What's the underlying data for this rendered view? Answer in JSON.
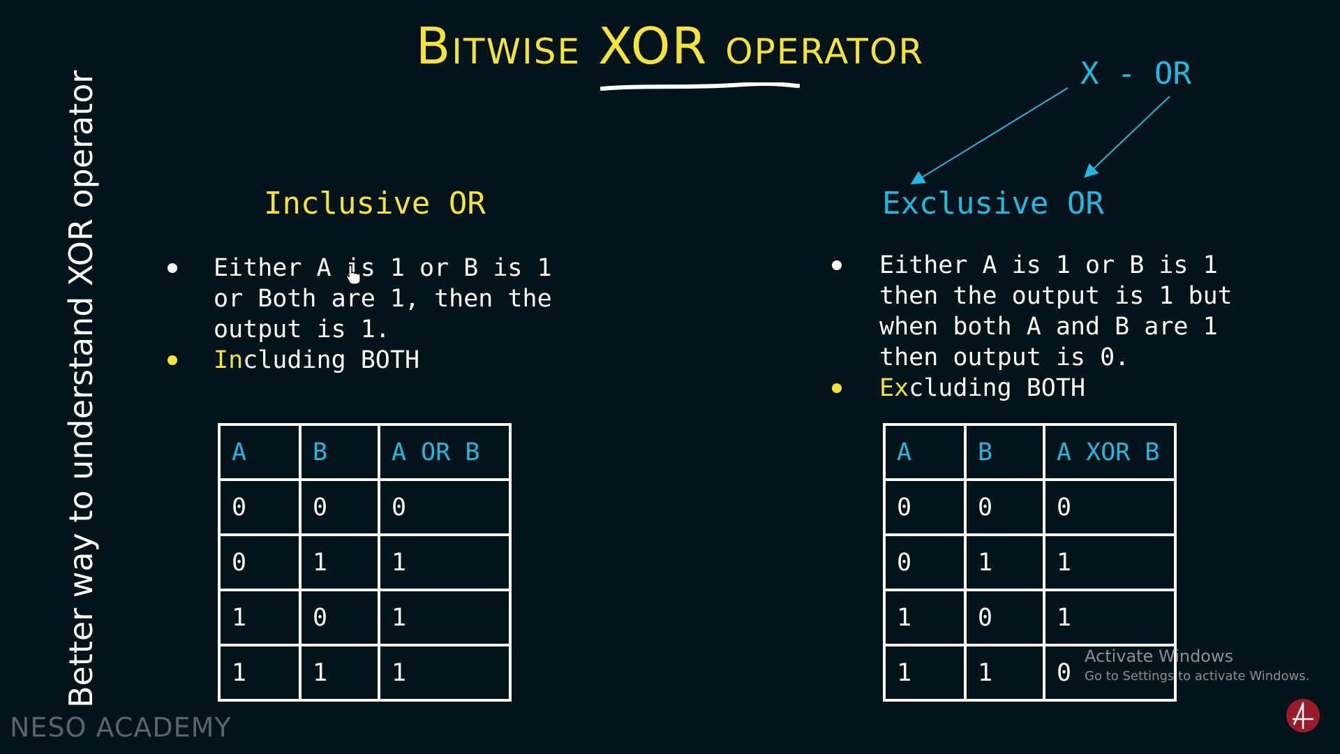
{
  "title": "Bitwise XOR operator",
  "xor_note": "X - OR",
  "side_caption": "Better way to understand XOR operator",
  "inclusive": {
    "heading": "Inclusive OR",
    "bullet1": [
      "Either A is 1 or B is 1",
      "or Both are 1, then the",
      "output is 1."
    ],
    "bullet2_highlight": "In",
    "bullet2_rest": "cluding BOTH",
    "table": {
      "headers": [
        "A",
        "B",
        "A OR B"
      ],
      "rows": [
        [
          "0",
          "0",
          "0"
        ],
        [
          "0",
          "1",
          "1"
        ],
        [
          "1",
          "0",
          "1"
        ],
        [
          "1",
          "1",
          "1"
        ]
      ]
    }
  },
  "exclusive": {
    "heading": "Exclusive OR",
    "bullet1": [
      "Either A is 1 or B is 1",
      "then the output is 1 but",
      "when both A and B are 1",
      "then output is 0."
    ],
    "bullet2_highlight": "Ex",
    "bullet2_rest": "cluding BOTH",
    "table": {
      "headers": [
        "A",
        "B",
        "A XOR B"
      ],
      "rows": [
        [
          "0",
          "0",
          "0"
        ],
        [
          "0",
          "1",
          "1"
        ],
        [
          "1",
          "0",
          "1"
        ],
        [
          "1",
          "1",
          "0"
        ]
      ]
    }
  },
  "brand": "NESO ACADEMY",
  "watermark": {
    "line1": "Activate Windows",
    "line2": "Go to Settings to activate Windows."
  },
  "colors": {
    "background": "#02141a",
    "title_yellow": "#f5e23a",
    "accent_cyan": "#24b8e0",
    "text_white": "#ffffff",
    "logo_red": "#9a1b2a"
  },
  "icons": [
    "mouse-cursor-icon",
    "neso-logo-icon"
  ]
}
